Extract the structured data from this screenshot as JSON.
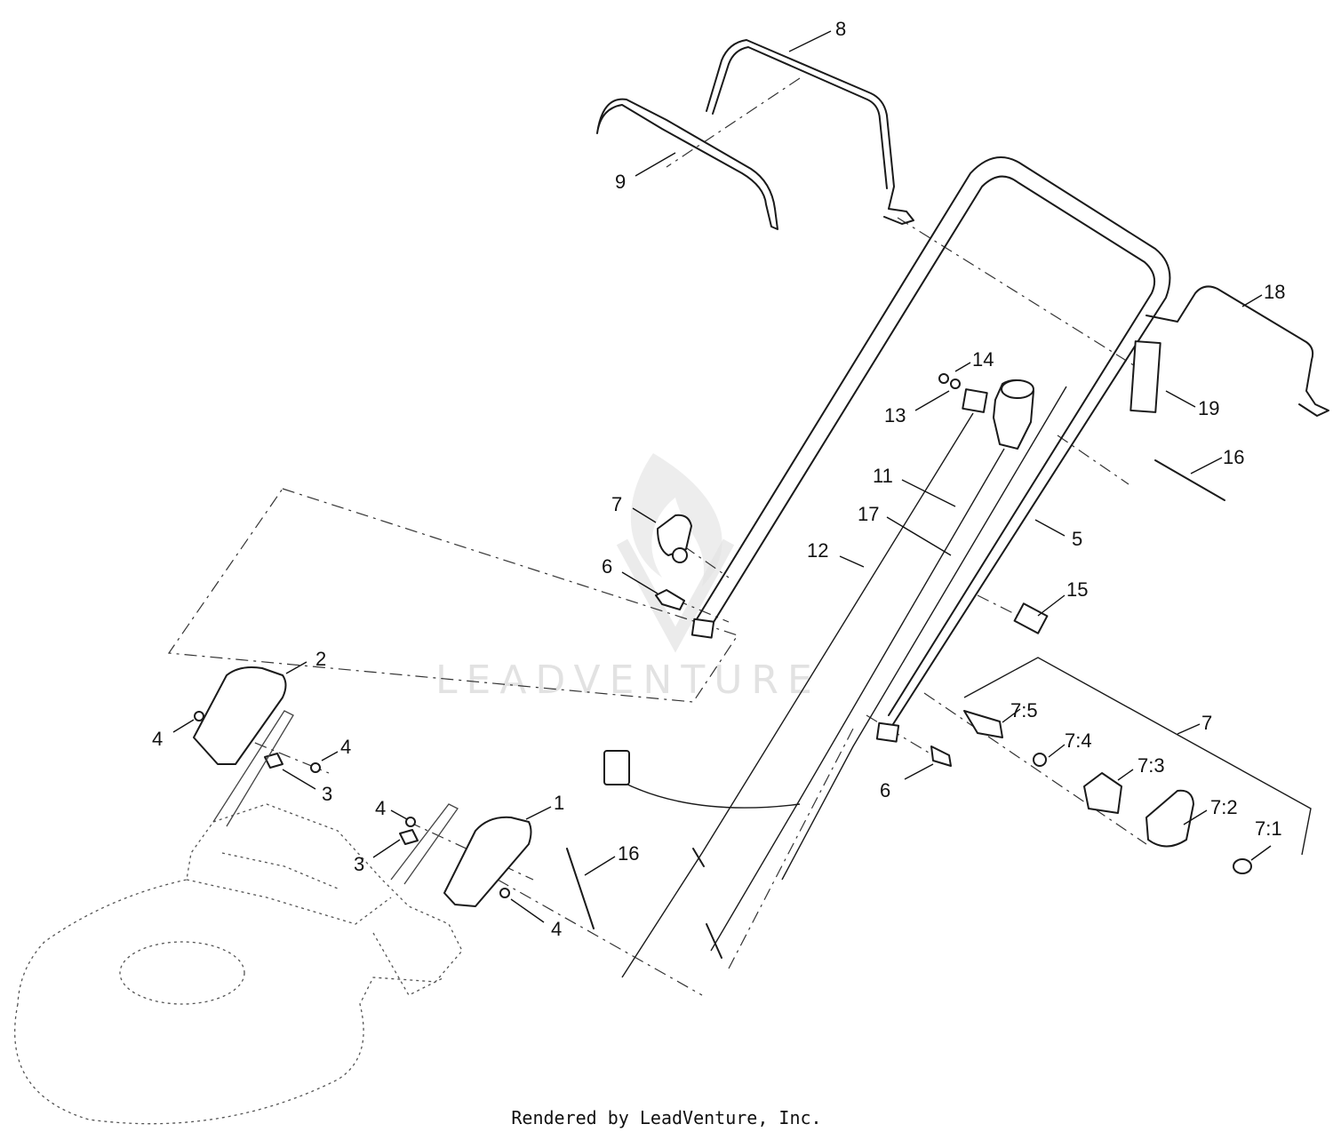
{
  "callouts": [
    {
      "id": "c8",
      "label": "8"
    },
    {
      "id": "c9",
      "label": "9"
    },
    {
      "id": "c18",
      "label": "18"
    },
    {
      "id": "c14",
      "label": "14"
    },
    {
      "id": "c13",
      "label": "13"
    },
    {
      "id": "c19",
      "label": "19"
    },
    {
      "id": "c16a",
      "label": "16"
    },
    {
      "id": "c11",
      "label": "11"
    },
    {
      "id": "c7a",
      "label": "7"
    },
    {
      "id": "c17",
      "label": "17"
    },
    {
      "id": "c5",
      "label": "5"
    },
    {
      "id": "c12",
      "label": "12"
    },
    {
      "id": "c6a",
      "label": "6"
    },
    {
      "id": "c15",
      "label": "15"
    },
    {
      "id": "c2",
      "label": "2"
    },
    {
      "id": "c4a",
      "label": "4"
    },
    {
      "id": "c4b",
      "label": "4"
    },
    {
      "id": "c3a",
      "label": "3"
    },
    {
      "id": "c7_5",
      "label": "7:5"
    },
    {
      "id": "c7b",
      "label": "7"
    },
    {
      "id": "c7_4",
      "label": "7:4"
    },
    {
      "id": "c6b",
      "label": "6"
    },
    {
      "id": "c7_3",
      "label": "7:3"
    },
    {
      "id": "c4c",
      "label": "4"
    },
    {
      "id": "c1",
      "label": "1"
    },
    {
      "id": "c3b",
      "label": "3"
    },
    {
      "id": "c16b",
      "label": "16"
    },
    {
      "id": "c7_2",
      "label": "7:2"
    },
    {
      "id": "c7_1",
      "label": "7:1"
    },
    {
      "id": "c4d",
      "label": "4"
    }
  ],
  "watermark": {
    "text": "LEADVENTURE"
  },
  "footer": {
    "text": "Rendered by LeadVenture, Inc."
  }
}
